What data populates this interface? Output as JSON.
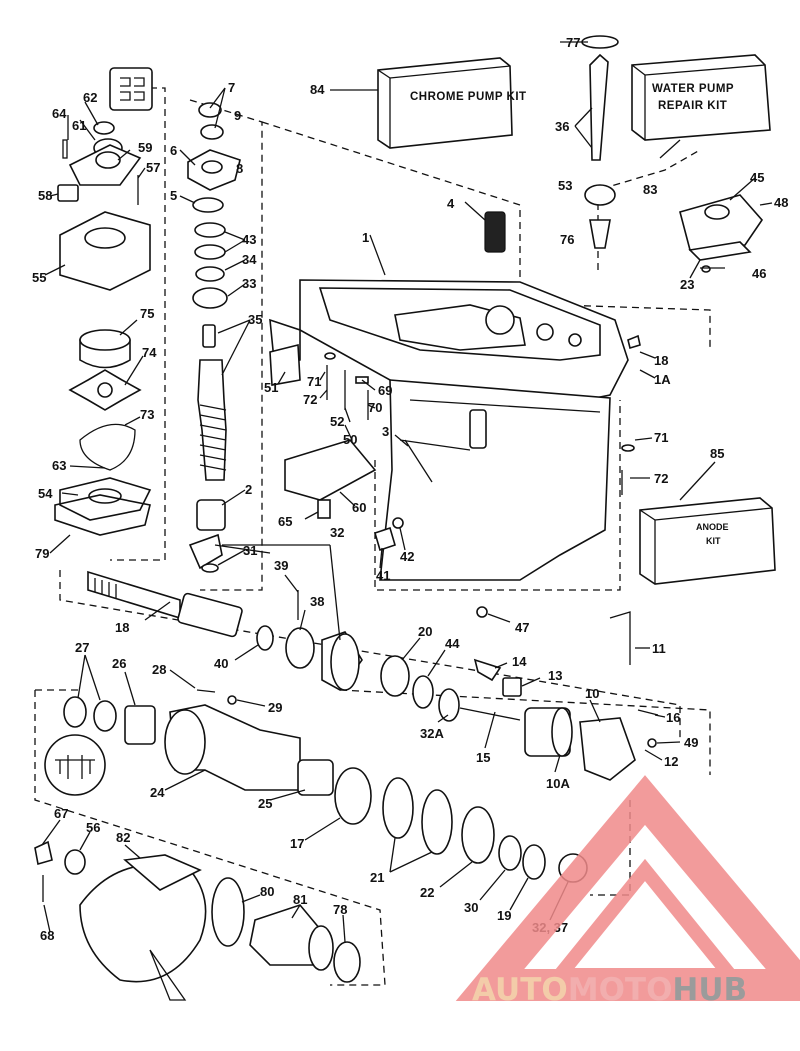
{
  "kits": {
    "chrome_pump": "CHROME PUMP KIT",
    "water_pump_line1": "WATER PUMP",
    "water_pump_line2": "REPAIR KIT",
    "anode_line1": "ANODE",
    "anode_line2": "KIT"
  },
  "labels": {
    "l1": "1",
    "l1A": "1A",
    "l2": "2",
    "l3": "3",
    "l4": "4",
    "l5": "5",
    "l6": "6",
    "l7": "7",
    "l8": "8",
    "l9": "9",
    "l10": "10",
    "l10A": "10A",
    "l11": "11",
    "l12": "12",
    "l13": "13",
    "l14": "14",
    "l15": "15",
    "l16": "16",
    "l17": "17",
    "l18a": "18",
    "l18b": "18",
    "l19": "19",
    "l20": "20",
    "l21": "21",
    "l22": "22",
    "l23": "23",
    "l24": "24",
    "l25": "25",
    "l26": "26",
    "l27": "27",
    "l28": "28",
    "l29": "29",
    "l30": "30",
    "l31": "31",
    "l32": "32",
    "l32A": "32A",
    "l32_37": "32, 37",
    "l33": "33",
    "l34": "34",
    "l35": "35",
    "l36": "36",
    "l38": "38",
    "l39": "39",
    "l40": "40",
    "l41": "41",
    "l42": "42",
    "l43": "43",
    "l44": "44",
    "l45": "45",
    "l46": "46",
    "l47": "47",
    "l48": "48",
    "l49": "49",
    "l50": "50",
    "l51": "51",
    "l52": "52",
    "l53": "53",
    "l54": "54",
    "l55": "55",
    "l56": "56",
    "l57": "57",
    "l58": "58",
    "l59": "59",
    "l60": "60",
    "l61": "61",
    "l62": "62",
    "l63": "63",
    "l64": "64",
    "l65": "65",
    "l67": "67",
    "l68": "68",
    "l69": "69",
    "l70": "70",
    "l71a": "71",
    "l71b": "71",
    "l72a": "72",
    "l72b": "72",
    "l73": "73",
    "l74": "74",
    "l75": "75",
    "l76": "76",
    "l77": "77",
    "l78": "78",
    "l79": "79",
    "l80": "80",
    "l81": "81",
    "l82": "82",
    "l83": "83",
    "l84": "84",
    "l85": "85"
  },
  "watermark": {
    "part1": "AUTO",
    "part2": "MOTO",
    "part3": "HUB",
    "color1": "#f2c49b",
    "color2": "#f0a0a0",
    "color3": "#8a8a8a",
    "triangle_color": "#f08a8a"
  }
}
